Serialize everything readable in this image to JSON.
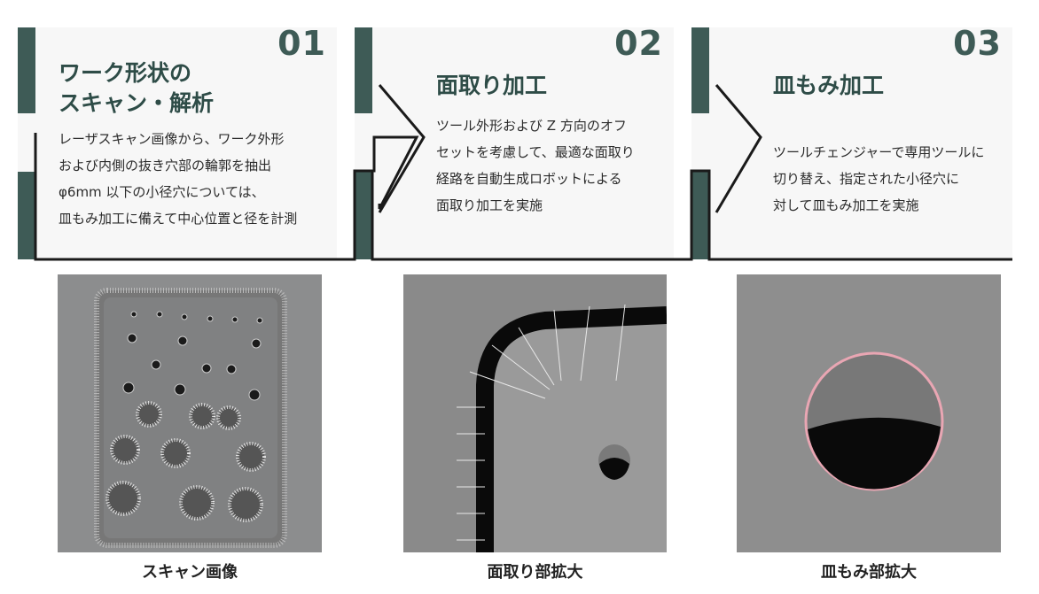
{
  "steps": [
    {
      "num": "01",
      "title": [
        "ワーク形状の",
        "スキャン・解析"
      ],
      "desc": [
        "レーザスキャン画像から、ワーク外形",
        "および内側の抜き穴部の輪郭を抽出",
        "φ6mm 以下の小径穴については、",
        "皿もみ加工に備えて中心位置と径を計測"
      ]
    },
    {
      "num": "02",
      "title": [
        "面取り加工"
      ],
      "desc": [
        "ツール外形および Z 方向のオフ",
        "セットを考慮して、最適な面取り",
        "経路を自動生成ロボットによる",
        "面取り加工を実施"
      ]
    },
    {
      "num": "03",
      "title": [
        "皿もみ加工"
      ],
      "desc": [
        "ツールチェンジャーで専用ツールに",
        "切り替え、指定された小径穴に",
        "対して皿もみ加工を実施"
      ]
    }
  ],
  "images": [
    {
      "caption": "スキャン画像"
    },
    {
      "caption": "面取り部拡大"
    },
    {
      "caption": "皿もみ部拡大"
    }
  ],
  "colors": {
    "accent": "#3e5b56",
    "card_bg": "#f7f7f7",
    "outline": "#1a1a1a",
    "scan_gray": "#8c8d8e",
    "hole_ring": "#e9a6b3"
  }
}
